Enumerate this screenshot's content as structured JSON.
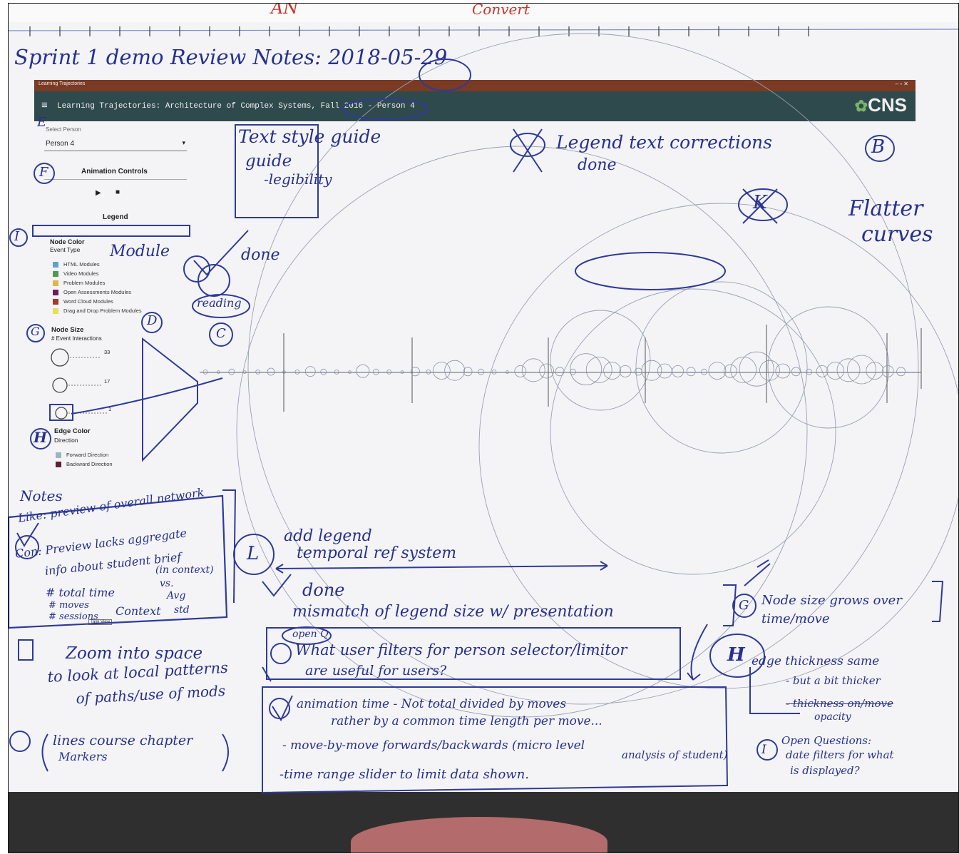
{
  "photo": {
    "top_scribble": "Convert",
    "title_note": "Sprint 1 demo Review Notes: 2018-05-29"
  },
  "printout": {
    "window_title": "Learning Trajectories",
    "header_title": "Learning Trajectories: Architecture of Complex Systems, Fall 2016 - Person 4",
    "logo": "CNS",
    "select_label": "Select Person",
    "select_value": "Person 4",
    "animation_controls_title": "Animation Controls",
    "legend_title": "Legend",
    "node_color_title": "Node Color",
    "node_color_sub": "Event Type",
    "node_colors": [
      {
        "label": "HTML Modules",
        "color": "#5fa3c9"
      },
      {
        "label": "Video Modules",
        "color": "#4f9a4f"
      },
      {
        "label": "Problem Modules",
        "color": "#e3b34a"
      },
      {
        "label": "Open Assessments Modules",
        "color": "#6a1e5a"
      },
      {
        "label": "Word Cloud Modules",
        "color": "#a53a2a"
      },
      {
        "label": "Drag and Drop Problem Modules",
        "color": "#e6df5a"
      }
    ],
    "node_size_title": "Node Size",
    "node_size_sub": "# Event Interactions",
    "node_sizes": [
      "33",
      "17",
      "1"
    ],
    "edge_color_title": "Edge Color",
    "edge_color_sub": "Direction",
    "edge_colors": [
      {
        "label": "Forward Direction",
        "color": "#9ab7bd"
      },
      {
        "label": "Backward Direction",
        "color": "#5a2230"
      }
    ],
    "task_view": "Task View"
  },
  "notes": {
    "letter_E_top": "E",
    "letter_F": "F",
    "letter_I": "I",
    "module_note": "Module",
    "done_reading_1": "done",
    "reading": "reading",
    "letter_D": "D",
    "letter_C": "C",
    "letter_G": "G",
    "letter_H": "H",
    "text_style_guide": "Text style guide",
    "guide_legibility_1": "guide",
    "guide_legibility_2": "-legibility",
    "legend_text_corrections": "Legend text corrections",
    "legend_done": "done",
    "letter_B": "B",
    "letter_K": "K",
    "flatter": "Flatter",
    "curves": "curves",
    "notes_heading": "Notes",
    "note_like": "Like: preview of overall network",
    "note_con_1": "Con: Preview lacks aggregate",
    "note_con_2": "info about student brief",
    "note_con_3": "(in context)",
    "note_total_time": "# total time",
    "note_moves": "# moves",
    "note_sessions": "# sessions",
    "note_context": "Context",
    "note_vs": "vs.",
    "note_avg": "Avg",
    "note_std": "std",
    "zoom_1": "Zoom into space",
    "zoom_2": "to look at local patterns",
    "zoom_3": "of paths/use of mods",
    "lines_1": "lines course chapter",
    "lines_2": "Markers",
    "letter_L": "L",
    "add_legend": "add legend",
    "temporal": "temporal ref system",
    "done_mismatch": "done",
    "mismatch": "mismatch of legend size w/ presentation",
    "open_q": "open Q",
    "user_filters_1": "What user filters for person selector/limitor",
    "user_filters_2": "are useful for users?",
    "animation_1": "animation time - Not total divided by moves",
    "animation_2": "rather by a common time length per move...",
    "animation_3": "- move-by-move forwards/backwards (micro level",
    "animation_4": "analysis of student)",
    "animation_5": "-time range slider to limit data shown.",
    "node_size_grows_1": "Node size grows over",
    "node_size_grows_2": "time/move",
    "edge_1": "edge thickness same",
    "edge_2": "- but a bit thicker",
    "edge_3": "- thickness on/move",
    "edge_4": "opacity",
    "open_questions_1": "Open Questions:",
    "open_questions_2": "date filters for what",
    "open_questions_3": "is displayed?"
  }
}
